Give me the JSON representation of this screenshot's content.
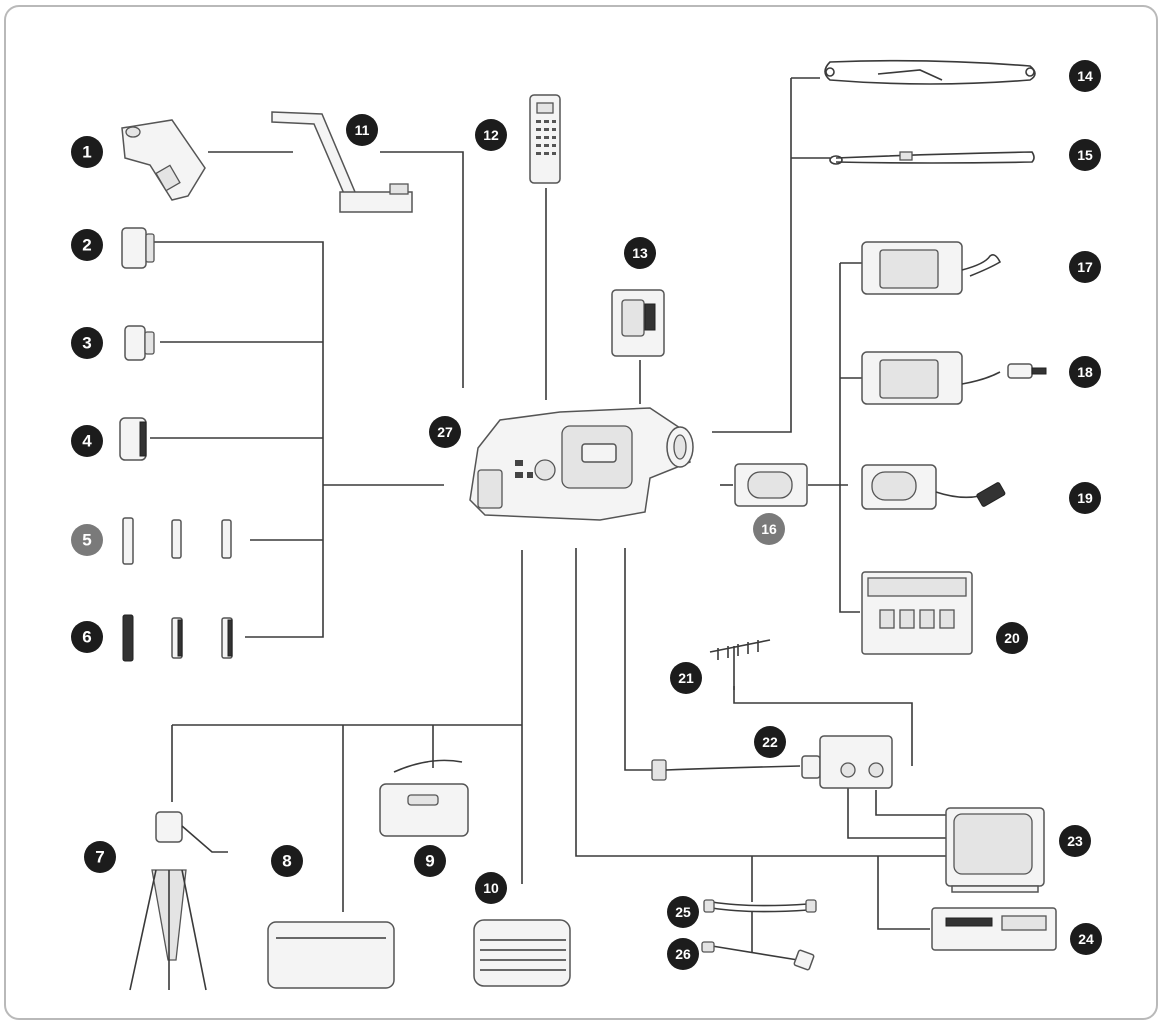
{
  "colors": {
    "badge": "#1c1c1c",
    "badge_light": "#7a7a7a",
    "line": "#3a3a3a",
    "frame": "#b9b9b9"
  },
  "items": [
    {
      "id": "1",
      "label": "1",
      "icon": "video-light-icon"
    },
    {
      "id": "2",
      "label": "2",
      "icon": "lens-icon"
    },
    {
      "id": "3",
      "label": "3",
      "icon": "lens-icon"
    },
    {
      "id": "4",
      "label": "4",
      "icon": "lens-icon"
    },
    {
      "id": "5",
      "label": "5",
      "icon": "filter-set-icon"
    },
    {
      "id": "6",
      "label": "6",
      "icon": "filter-set-icon"
    },
    {
      "id": "7",
      "label": "7",
      "icon": "tripod-icon"
    },
    {
      "id": "8",
      "label": "8",
      "icon": "soft-case-icon"
    },
    {
      "id": "9",
      "label": "9",
      "icon": "shoulder-bag-icon"
    },
    {
      "id": "10",
      "label": "10",
      "icon": "hard-case-icon"
    },
    {
      "id": "11",
      "label": "11",
      "icon": "flexible-stand-icon"
    },
    {
      "id": "12",
      "label": "12",
      "icon": "remote-control-icon"
    },
    {
      "id": "13",
      "label": "13",
      "icon": "cassette-adapter-icon"
    },
    {
      "id": "14",
      "label": "14",
      "icon": "shoulder-strap-icon"
    },
    {
      "id": "15",
      "label": "15",
      "icon": "hand-strap-icon"
    },
    {
      "id": "16",
      "label": "16",
      "icon": "battery-pack-icon"
    },
    {
      "id": "17",
      "label": "17",
      "icon": "battery-charger-icon"
    },
    {
      "id": "18",
      "label": "18",
      "icon": "car-battery-charger-icon"
    },
    {
      "id": "19",
      "label": "19",
      "icon": "dc-adapter-icon"
    },
    {
      "id": "20",
      "label": "20",
      "icon": "multi-charger-icon"
    },
    {
      "id": "21",
      "label": "21",
      "icon": "antenna-icon"
    },
    {
      "id": "22",
      "label": "22",
      "icon": "rf-adapter-icon"
    },
    {
      "id": "23",
      "label": "23",
      "icon": "tv-icon"
    },
    {
      "id": "24",
      "label": "24",
      "icon": "vcr-icon"
    },
    {
      "id": "25",
      "label": "25",
      "icon": "av-cable-icon"
    },
    {
      "id": "26",
      "label": "26",
      "icon": "scart-cable-icon"
    },
    {
      "id": "27",
      "label": "27",
      "icon": "camcorder-icon"
    }
  ]
}
